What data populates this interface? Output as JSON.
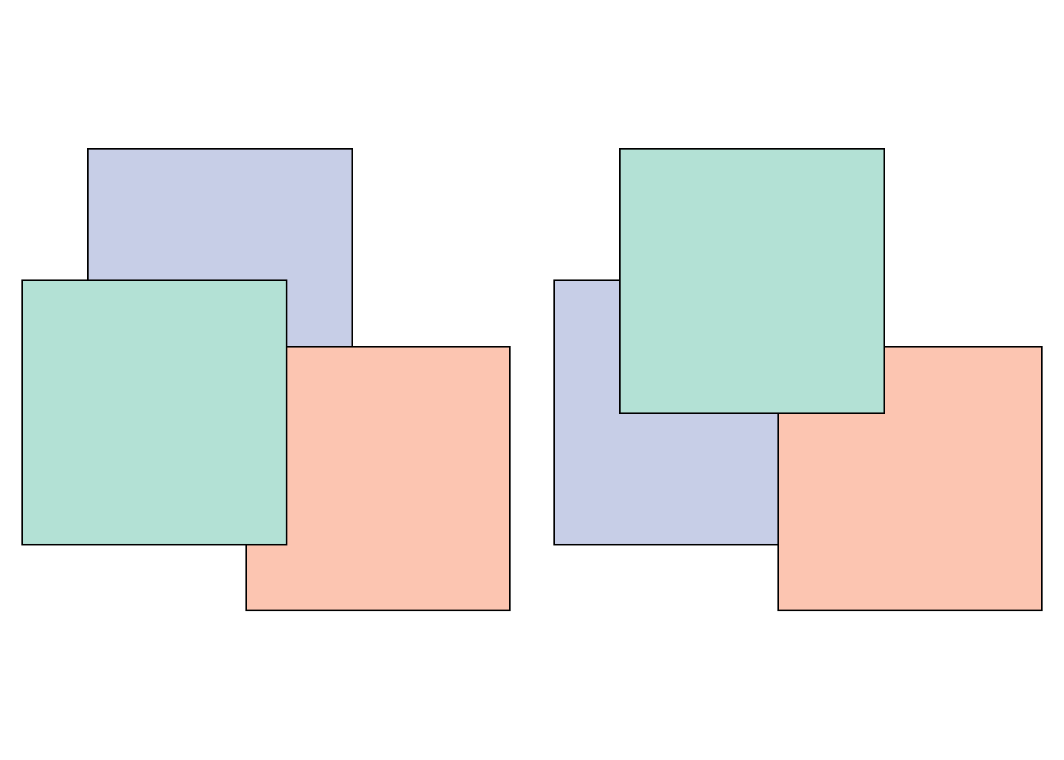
{
  "colors": {
    "blue": "#c7cee7",
    "green": "#b3e1d5",
    "orange": "#fcc5b1",
    "border": "#000000",
    "background": "#ffffff"
  },
  "panels": [
    {
      "name": "left",
      "stacking_order_bottom_to_top": [
        "blue",
        "orange",
        "green"
      ]
    },
    {
      "name": "right",
      "stacking_order_bottom_to_top": [
        "blue",
        "orange",
        "green"
      ]
    }
  ]
}
